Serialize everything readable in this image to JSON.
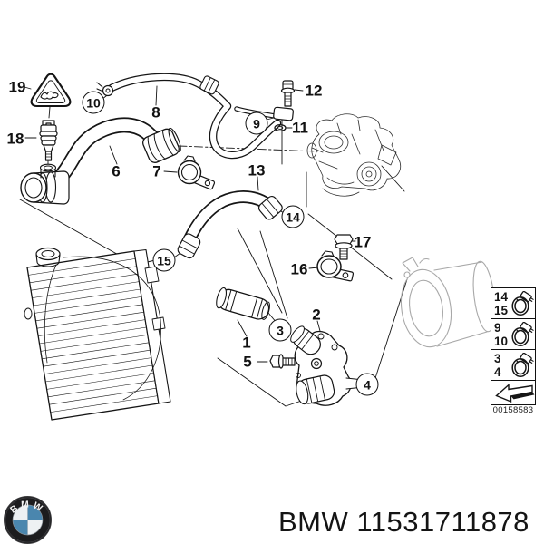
{
  "colors": {
    "line": "#151515",
    "ghost_gray": "#a8a8a8",
    "bmw_blue": "#4a86ae",
    "background": "#ffffff"
  },
  "diagram": {
    "callouts": [
      {
        "label": "19",
        "circled": false
      },
      {
        "label": "18",
        "circled": false
      },
      {
        "label": "10",
        "circled": true
      },
      {
        "label": "8",
        "circled": false
      },
      {
        "label": "12",
        "circled": false
      },
      {
        "label": "9",
        "circled": true
      },
      {
        "label": "11",
        "circled": false
      },
      {
        "label": "6",
        "circled": false
      },
      {
        "label": "7",
        "circled": false
      },
      {
        "label": "13",
        "circled": false
      },
      {
        "label": "14",
        "circled": true
      },
      {
        "label": "15",
        "circled": true
      },
      {
        "label": "17",
        "circled": false
      },
      {
        "label": "16",
        "circled": false
      },
      {
        "label": "1",
        "circled": false
      },
      {
        "label": "3",
        "circled": true
      },
      {
        "label": "2",
        "circled": false
      },
      {
        "label": "5",
        "circled": false
      },
      {
        "label": "4",
        "circled": true
      }
    ],
    "legend": {
      "rows": [
        {
          "labels": [
            "14",
            "15"
          ],
          "icon": "hose-clamp-icon"
        },
        {
          "labels": [
            "9",
            "10"
          ],
          "icon": "hose-clamp-icon"
        },
        {
          "labels": [
            "3",
            "4"
          ],
          "icon": "hose-clamp-icon"
        }
      ],
      "arrow_icon": "direction-arrow-icon",
      "code": "00158583"
    }
  },
  "footer": {
    "logo_icon": "bmw-roundel-icon",
    "logo_text": "BMW",
    "brand": "BMW",
    "part_number": "11531711878",
    "title": "BMW 11531711878"
  }
}
